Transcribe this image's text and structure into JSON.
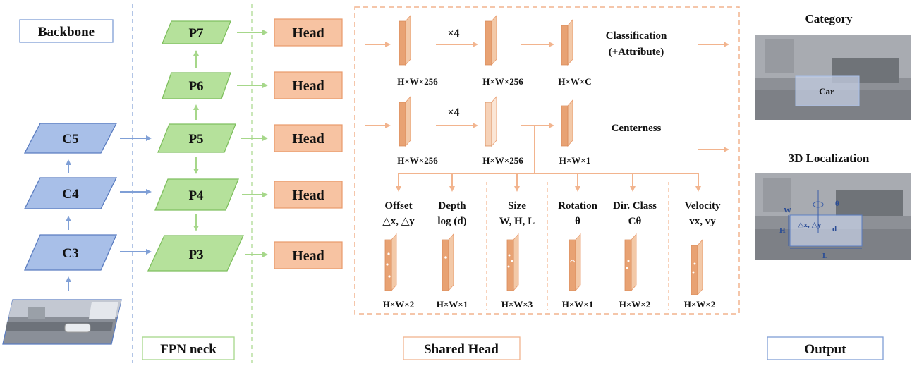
{
  "colors": {
    "blue": "#7f9fd6",
    "blue_fill": "#a8bfe8",
    "blue_stroke": "#5a7cc0",
    "green": "#a6d78a",
    "green_fill": "#b5e19b",
    "green_stroke": "#7fbf5f",
    "orange": "#f2b48e",
    "orange_fill": "#f7c3a2",
    "orange_stroke": "#e8996a",
    "tensor_front": "#e8a273",
    "tensor_side": "#f3c9a8",
    "text": "#111111"
  },
  "sections": {
    "backbone": "Backbone",
    "fpn_neck": "FPN neck",
    "shared_head": "Shared Head",
    "output": "Output"
  },
  "backbone_levels": [
    "C5",
    "C4",
    "C3"
  ],
  "fpn_levels": [
    "P7",
    "P6",
    "P5",
    "P4",
    "P3"
  ],
  "head_label": "Head",
  "branches": {
    "cls": {
      "repeat": "×4",
      "dims": [
        "H×W×256",
        "H×W×256",
        "H×W×C"
      ],
      "output_line1": "Classification",
      "output_line2": "(+Attribute)"
    },
    "ctr": {
      "repeat": "×4",
      "dims": [
        "H×W×256",
        "H×W×256",
        "H×W×1"
      ],
      "output": "Centerness"
    }
  },
  "regression_heads": [
    {
      "title": "Offset",
      "sub": "△x, △y",
      "dim": "H×W×2"
    },
    {
      "title": "Depth",
      "sub": "log (d)",
      "dim": "H×W×1"
    },
    {
      "title": "Size",
      "sub": "W, H, L",
      "dim": "H×W×3"
    },
    {
      "title": "Rotation",
      "sub": "θ",
      "dim": "H×W×1"
    },
    {
      "title": "Dir. Class",
      "sub": "Cθ",
      "dim": "H×W×2"
    },
    {
      "title": "Velocity",
      "sub": "vx, vy",
      "dim": "H×W×2"
    }
  ],
  "outputs": {
    "category_title": "Category",
    "category_box_label": "Car",
    "localization_title": "3D Localization",
    "loc_labels": {
      "w": "W",
      "h": "H",
      "l": "L",
      "delta": "△x, △y",
      "d": "d",
      "theta": "θ"
    }
  }
}
